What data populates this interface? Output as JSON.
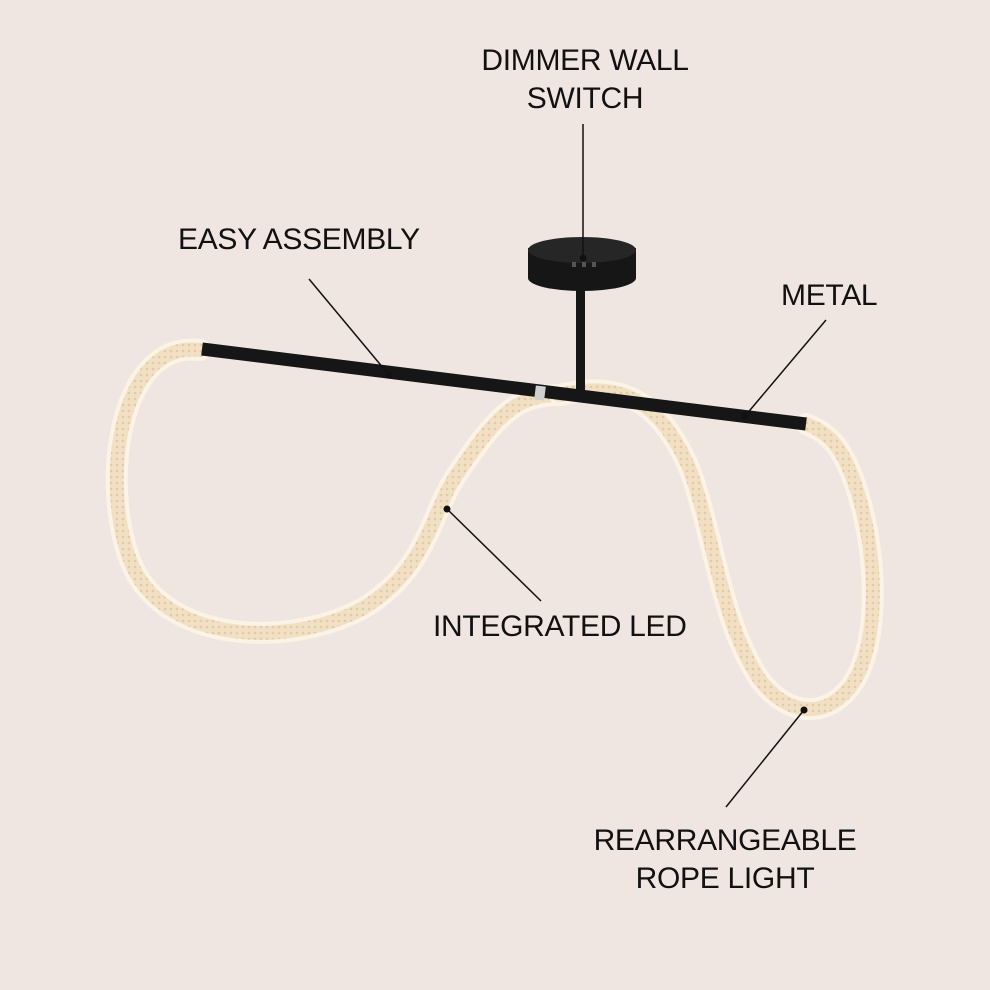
{
  "colors": {
    "background": "#efe6e2",
    "fixture": "#161616",
    "rope": "#f3e3c9",
    "rope_glow": "#fbf2e2",
    "leader": "#111111"
  },
  "callouts": {
    "dimmer": {
      "line1": "DIMMER WALL",
      "line2": "SWITCH"
    },
    "easy_assembly": "EASY ASSEMBLY",
    "metal": "METAL",
    "integrated_led": "INTEGRATED LED",
    "rope": {
      "line1": "REARRANGEABLE",
      "line2": "ROPE LIGHT"
    }
  }
}
